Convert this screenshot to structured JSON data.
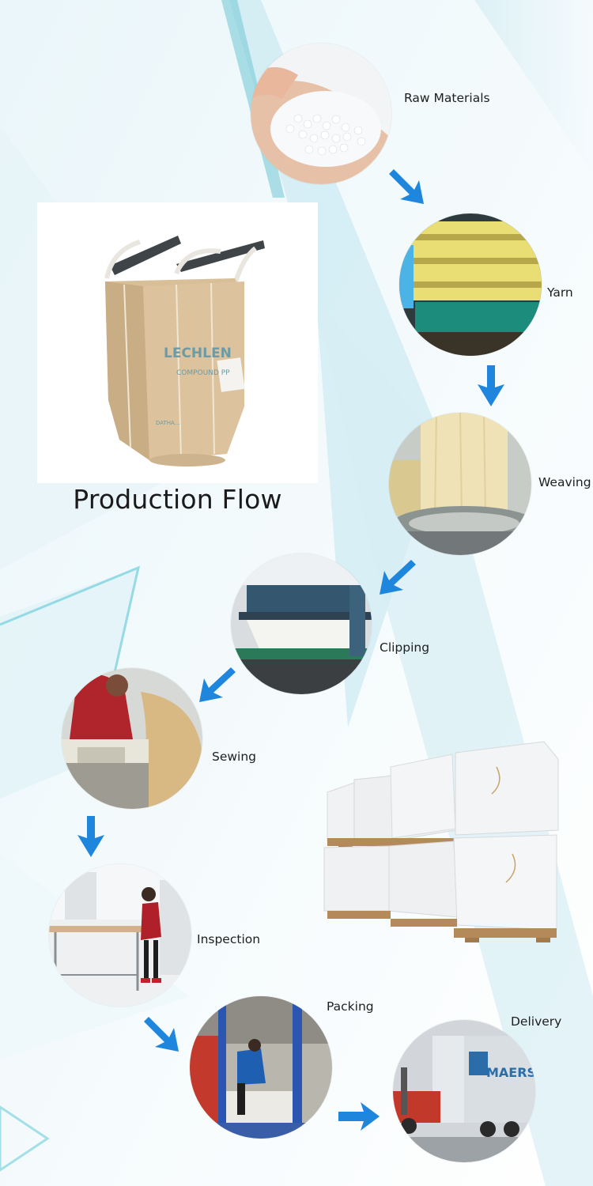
{
  "page": {
    "title": "Production Flow",
    "colors": {
      "arrow": "#1f86dd",
      "accent_teal": "#7fd3e0",
      "text": "#1e1e1e"
    }
  },
  "product": {
    "bag_print": [
      "LECHLEN",
      "COMPOUND PP",
      "DATHA..."
    ]
  },
  "steps": [
    {
      "label": "Raw Materials",
      "icon": "plastic-granules-photo"
    },
    {
      "label": "Yarn",
      "icon": "yarn-machine-photo"
    },
    {
      "label": "Weaving",
      "icon": "circular-loom-photo"
    },
    {
      "label": "Clipping",
      "icon": "cutting-machine-photo"
    },
    {
      "label": "Sewing",
      "icon": "sewing-worker-photo"
    },
    {
      "label": "Inspection",
      "icon": "inspection-table-photo"
    },
    {
      "label": "Packing",
      "icon": "baling-press-photo"
    },
    {
      "label": "Delivery",
      "icon": "container-truck-photo"
    }
  ],
  "delivery_container_brand": "MAERSK",
  "pallets_image": "stacked-bulk-bags-on-pallets"
}
